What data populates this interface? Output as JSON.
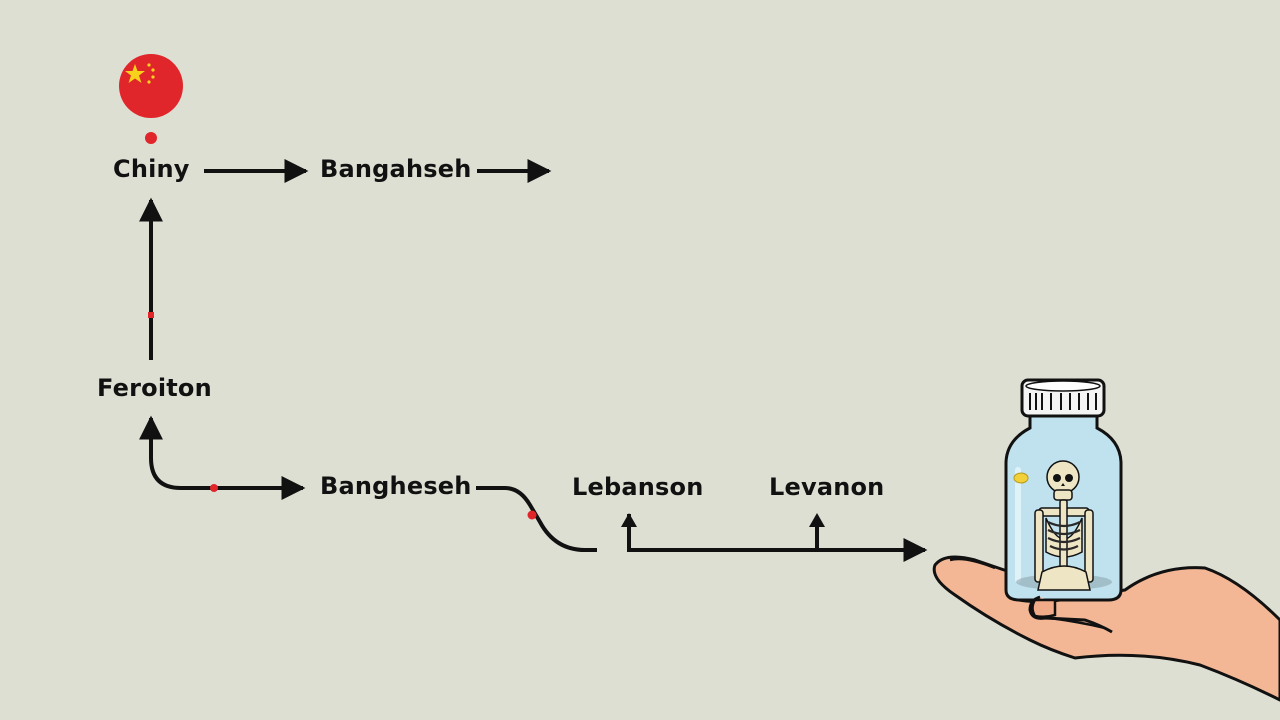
{
  "diagram": {
    "nodes": [
      {
        "id": "chiny",
        "label": "Chiny"
      },
      {
        "id": "bangahseh",
        "label": "Bangahseh"
      },
      {
        "id": "feroiton",
        "label": "Feroiton"
      },
      {
        "id": "bangheseh",
        "label": "Bangheseh"
      },
      {
        "id": "lebanson",
        "label": "Lebanson"
      },
      {
        "id": "levanon",
        "label": "Levanon"
      }
    ],
    "edges": [
      {
        "from": "chiny",
        "to": "bangahseh"
      },
      {
        "from": "bangahseh",
        "to": "(offscreen)"
      },
      {
        "from": "feroiton",
        "to": "chiny"
      },
      {
        "from": "bangheseh-branch",
        "to": "feroiton"
      },
      {
        "from": "bangheseh-branch",
        "to": "bangheseh"
      },
      {
        "from": "bangheseh",
        "to": "lebanson-line"
      },
      {
        "from": "lebanson-line",
        "to": "lebanson"
      },
      {
        "from": "lebanson-line",
        "to": "levanon"
      },
      {
        "from": "lebanson-line",
        "to": "hand-bottle"
      }
    ],
    "icons": {
      "flag": "china-flag-circle-icon",
      "bottle": "skeleton-in-bottle-icon",
      "hand": "open-hand-icon"
    },
    "colors": {
      "background": "#dedfd3",
      "line": "#111111",
      "marker": "#e0262b",
      "flag_red": "#e0262b",
      "flag_star": "#f7d21c",
      "glass": "#bfe2ee",
      "bone": "#eee5c4",
      "skin": "#f3b796"
    }
  }
}
